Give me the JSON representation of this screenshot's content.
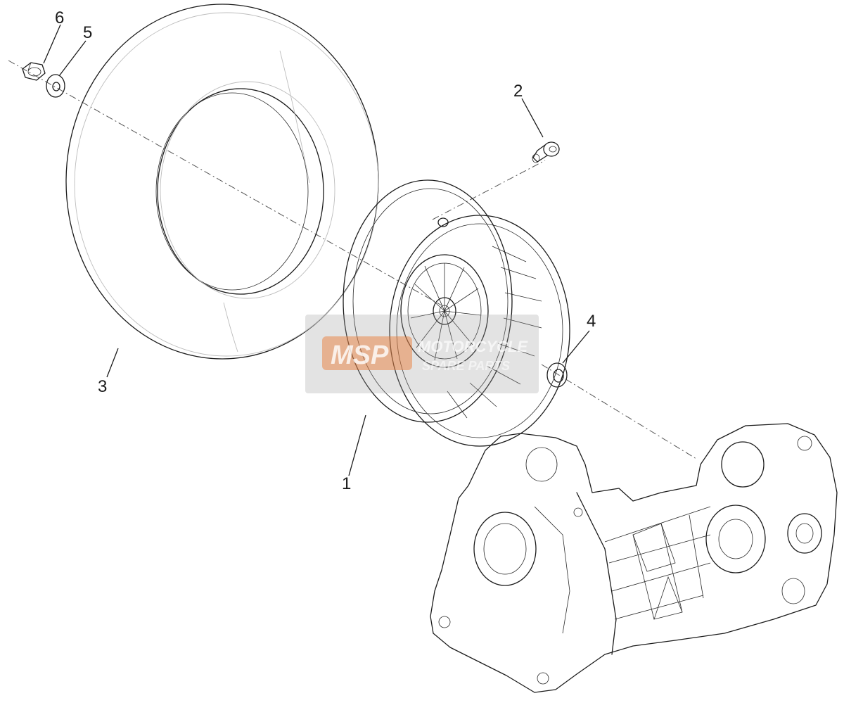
{
  "diagram": {
    "callouts": [
      {
        "id": "1",
        "label": "1"
      },
      {
        "id": "2",
        "label": "2"
      },
      {
        "id": "3",
        "label": "3"
      },
      {
        "id": "4",
        "label": "4"
      },
      {
        "id": "5",
        "label": "5"
      },
      {
        "id": "6",
        "label": "6"
      }
    ],
    "watermark": {
      "logo": "MSP",
      "line1": "MOTORCYCLE",
      "line2": "SPARE PARTS",
      "color_logo": "#e8742a",
      "color_box": "#9a9a9a"
    }
  }
}
